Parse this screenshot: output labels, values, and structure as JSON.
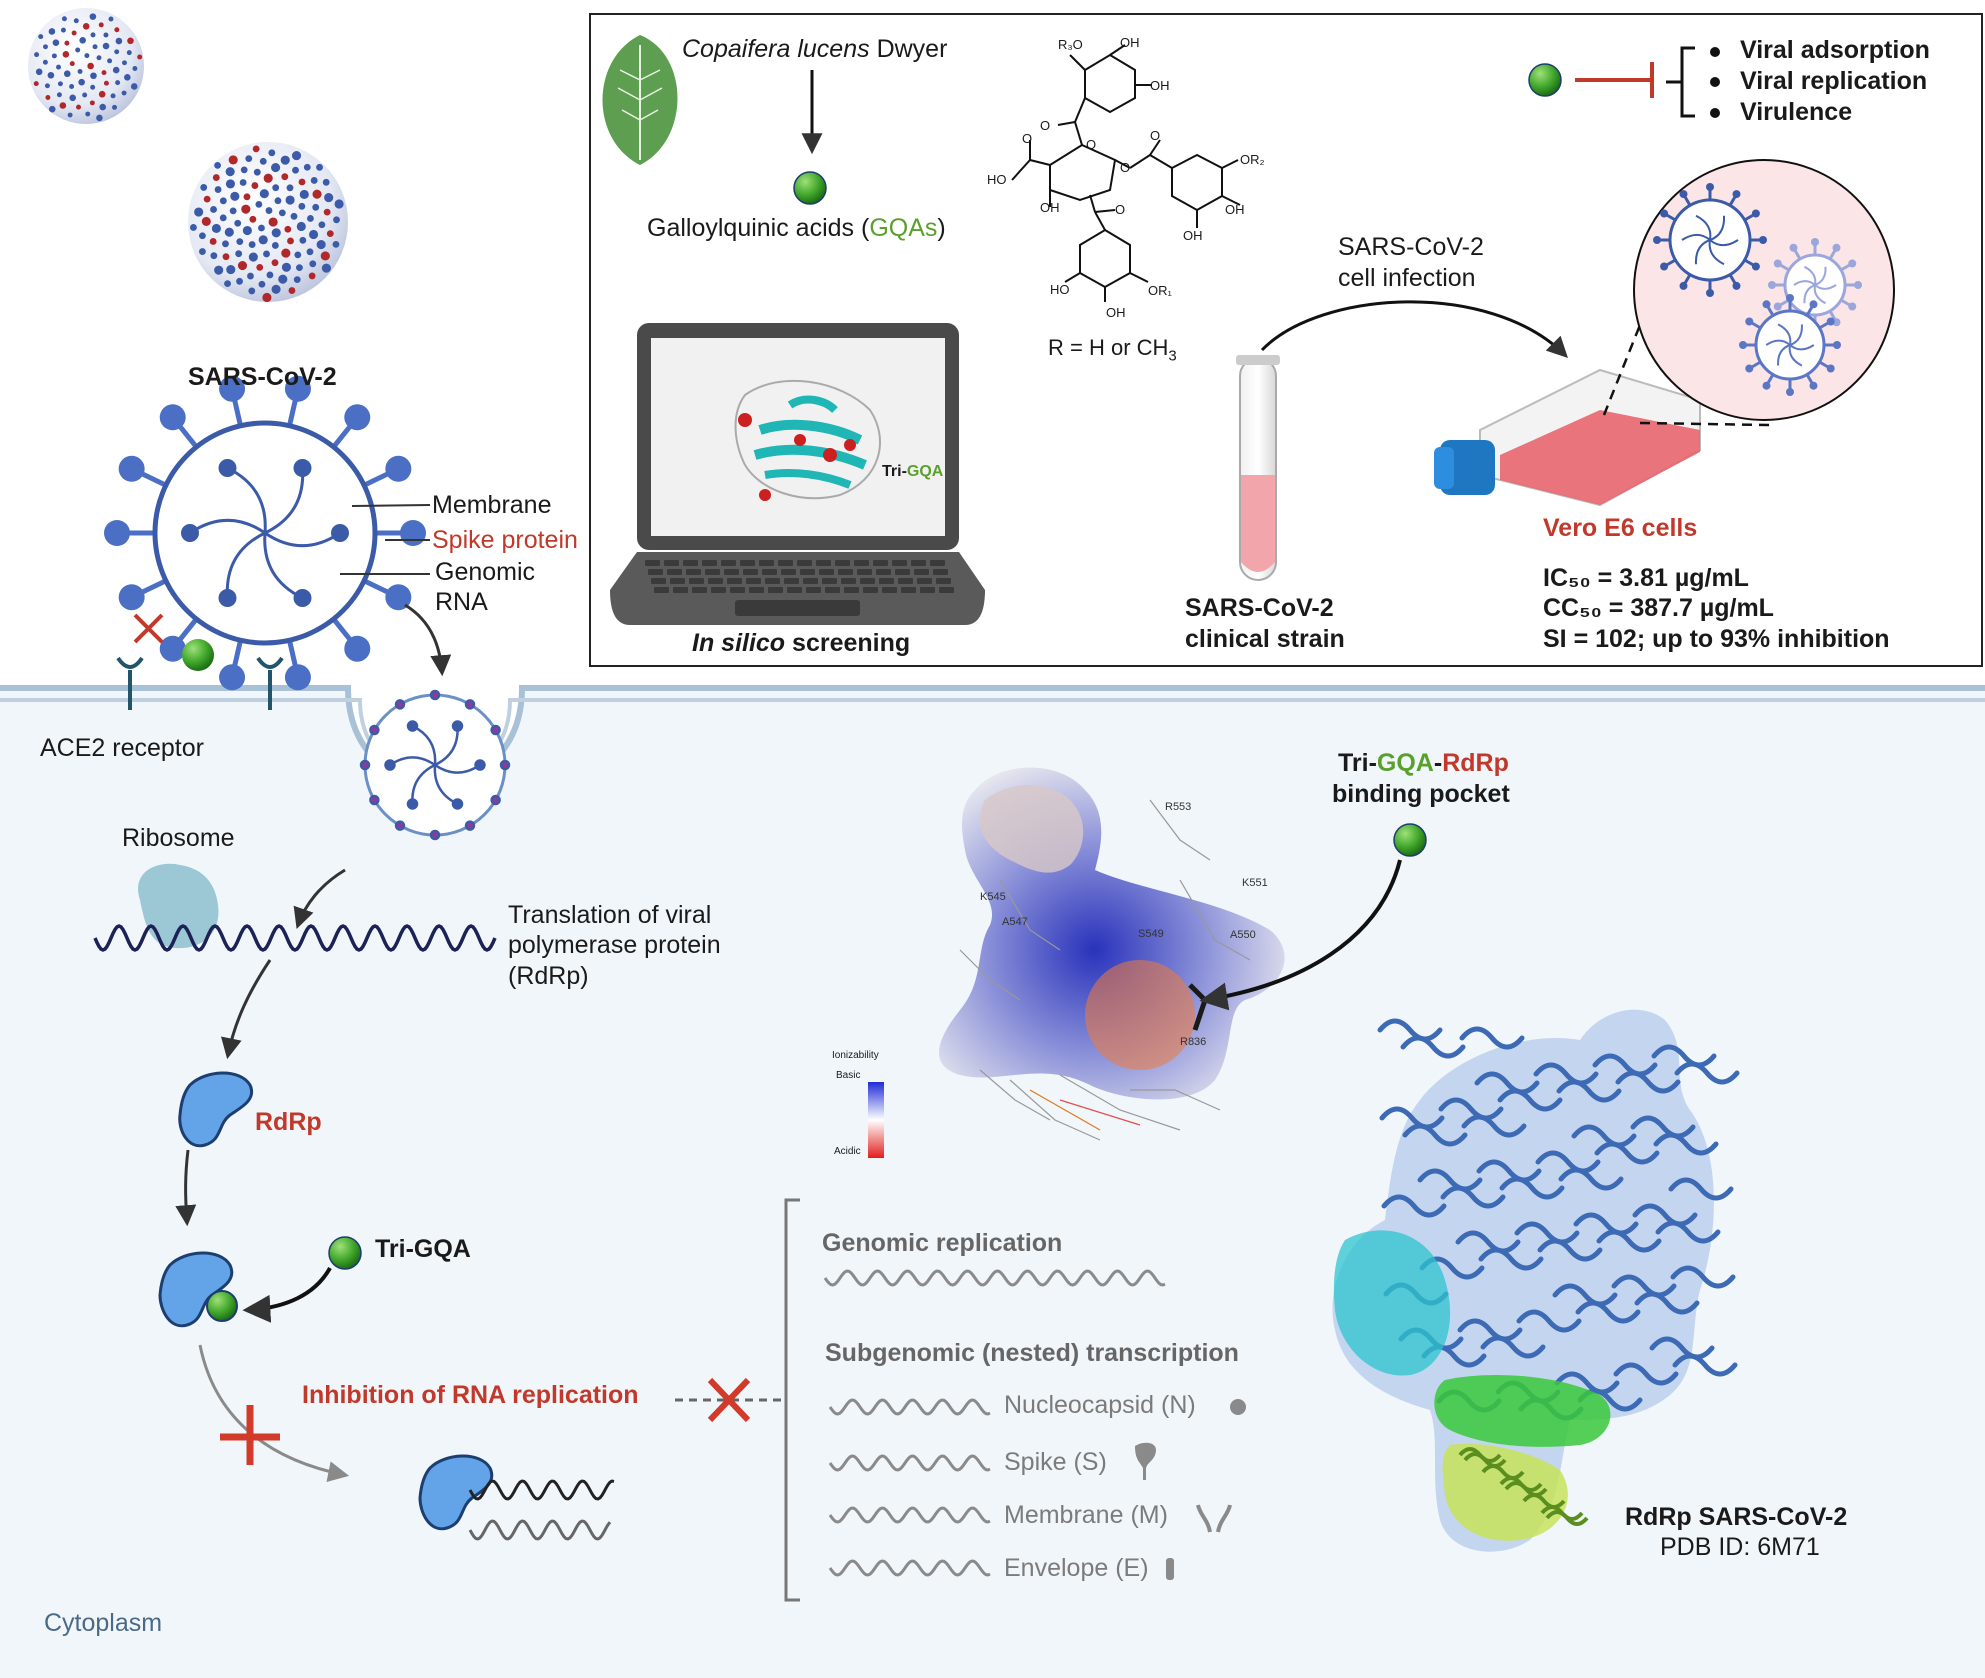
{
  "virus": {
    "title": "SARS-CoV-2",
    "membrane": "Membrane",
    "spike": "Spike protein",
    "genomic": "Genomic",
    "rna": "RNA",
    "ace2": "ACE2 receptor"
  },
  "cytoplasm": {
    "ribosome": "Ribosome",
    "translation_l1": "Translation of viral",
    "translation_l2": "polymerase protein",
    "translation_l3": "(RdRp)",
    "rdrp": "RdRp",
    "trigqa": "Tri-GQA",
    "inhibition": "Inhibition of RNA replication",
    "label": "Cytoplasm"
  },
  "replication": {
    "genomic": "Genomic replication",
    "subgenomic": "Subgenomic (nested) transcription",
    "items": [
      {
        "label": "Nucleocapsid (N)",
        "icon": "dot-icon"
      },
      {
        "label": "Spike (S)",
        "icon": "spike-icon"
      },
      {
        "label": "Membrane (M)",
        "icon": "membrane-protein-icon"
      },
      {
        "label": "Envelope (E)",
        "icon": "envelope-protein-icon"
      }
    ]
  },
  "pocket": {
    "title_a": "Tri-",
    "title_b": "GQA",
    "title_c": "-",
    "title_d": "RdRp",
    "title_l2": "binding pocket",
    "residues": [
      "R553",
      "K551",
      "K545",
      "A547",
      "S549",
      "A550",
      "R836"
    ],
    "legend_title": "Ionizability",
    "legend_top": "Basic",
    "legend_bottom": "Acidic"
  },
  "structure": {
    "title": "RdRp SARS-CoV-2",
    "pdb": "PDB ID: 6M71"
  },
  "panel": {
    "plant_italic": "Copaifera lucens",
    "plant_rest": " Dwyer",
    "gqa_a": "Galloylquinic acids (",
    "gqa_b": "GQAs",
    "gqa_c": ")",
    "r_def": "R = H or CH",
    "r_sub": "3",
    "laptop_label": "Tri-GQA",
    "in_silico_italic": "In silico",
    "in_silico_rest": " screening",
    "infection_l1": "SARS-CoV-2",
    "infection_l2": "cell infection",
    "clinical_l1": "SARS-CoV-2",
    "clinical_l2": "clinical strain",
    "vero": "Vero E6 cells",
    "ic50": "IC₅₀ = 3.81 µg/mL",
    "cc50": "CC₅₀ = 387.7 µg/mL",
    "si": "SI = 102; up to 93% inhibition",
    "effects": [
      "Viral adsorption",
      "Viral replication",
      "Virulence"
    ],
    "chem": {
      "r3o": "R₃O",
      "oh1": "OH",
      "oh2": "OH",
      "o1": "O",
      "o2": "O",
      "o3": "O",
      "o4": "O",
      "o5": "O",
      "o6": "O",
      "ho1": "HO",
      "oh3": "OH",
      "or2": "OR₂",
      "oh4": "OH",
      "oh5": "OH",
      "ho2": "HO",
      "oh6": "OH",
      "or1": "OR₁"
    }
  },
  "colors": {
    "red": "#c0392b",
    "green": "#5aa02c",
    "blue_virus": "#3b5ba9",
    "cytoplasm_bg": "#f1f6fa",
    "membrane": "#a9c1d6"
  }
}
